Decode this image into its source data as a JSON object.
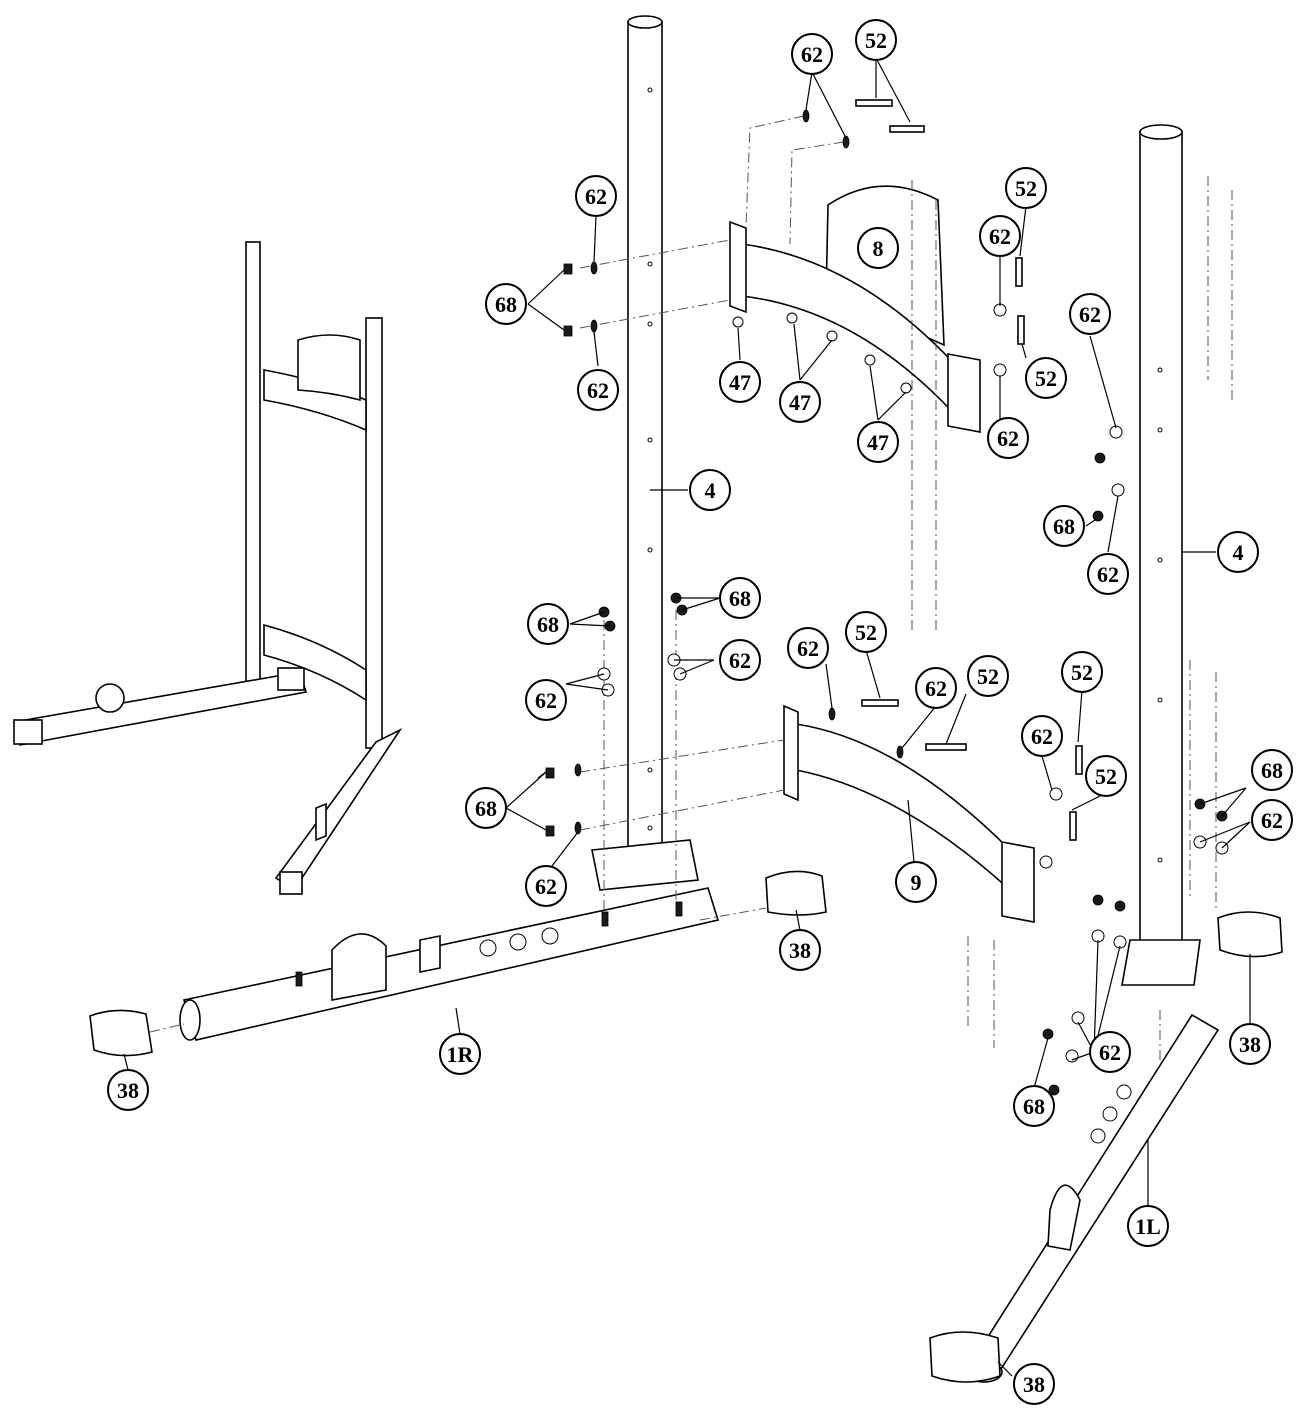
{
  "colors": {
    "line": "#000000",
    "background": "#ffffff",
    "dash": "#555555"
  },
  "callouts": [
    {
      "id": "c1",
      "label": "62"
    },
    {
      "id": "c2",
      "label": "52"
    },
    {
      "id": "c3",
      "label": "62"
    },
    {
      "id": "c4",
      "label": "52"
    },
    {
      "id": "c5",
      "label": "68"
    },
    {
      "id": "c6",
      "label": "8"
    },
    {
      "id": "c7",
      "label": "62"
    },
    {
      "id": "c8",
      "label": "62"
    },
    {
      "id": "c9",
      "label": "62"
    },
    {
      "id": "c10",
      "label": "52"
    },
    {
      "id": "c11",
      "label": "47"
    },
    {
      "id": "c12",
      "label": "47"
    },
    {
      "id": "c13",
      "label": "62"
    },
    {
      "id": "c14",
      "label": "47"
    },
    {
      "id": "c15",
      "label": "4"
    },
    {
      "id": "c16",
      "label": "68"
    },
    {
      "id": "c17",
      "label": "62"
    },
    {
      "id": "c18",
      "label": "4"
    },
    {
      "id": "c19",
      "label": "68"
    },
    {
      "id": "c20",
      "label": "68"
    },
    {
      "id": "c21",
      "label": "62"
    },
    {
      "id": "c22",
      "label": "62"
    },
    {
      "id": "c23",
      "label": "52"
    },
    {
      "id": "c24",
      "label": "52"
    },
    {
      "id": "c25",
      "label": "62"
    },
    {
      "id": "c26",
      "label": "52"
    },
    {
      "id": "c27",
      "label": "62"
    },
    {
      "id": "c28",
      "label": "62"
    },
    {
      "id": "c29",
      "label": "68"
    },
    {
      "id": "c30",
      "label": "52"
    },
    {
      "id": "c31",
      "label": "68"
    },
    {
      "id": "c32",
      "label": "62"
    },
    {
      "id": "c33",
      "label": "62"
    },
    {
      "id": "c34",
      "label": "9"
    },
    {
      "id": "c35",
      "label": "38"
    },
    {
      "id": "c36",
      "label": "1R"
    },
    {
      "id": "c37",
      "label": "38"
    },
    {
      "id": "c38",
      "label": "38"
    },
    {
      "id": "c39",
      "label": "62"
    },
    {
      "id": "c40",
      "label": "68"
    },
    {
      "id": "c41",
      "label": "1L"
    },
    {
      "id": "c42",
      "label": "38"
    }
  ]
}
